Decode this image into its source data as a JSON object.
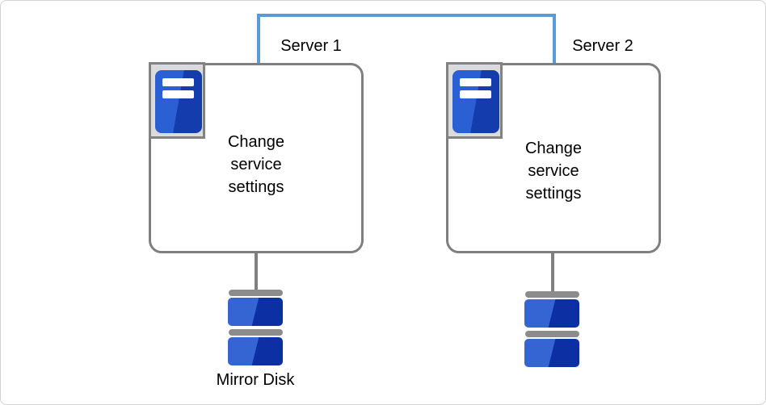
{
  "diagram": {
    "servers": [
      {
        "label": "Server 1",
        "box_text": "Change\nservice\nsettings"
      },
      {
        "label": "Server 2",
        "box_text": "Change\nservice\nsettings"
      }
    ],
    "mirror_disk_label": "Mirror Disk",
    "icons": {
      "server": "server-icon",
      "disk_stack": "disk-stack-icon"
    },
    "colors": {
      "interconnect_blue": "#5B9BD5",
      "box_border_gray": "#7F7F7F",
      "icon_frame_gray": "#DBDBDB",
      "icon_blue_light": "#2B5FD4",
      "icon_blue_dark": "#143CAC",
      "disk_blue_light": "#3565D2",
      "disk_blue_dark": "#0D2FA4",
      "disk_separator_gray": "#8C8C8C"
    }
  }
}
